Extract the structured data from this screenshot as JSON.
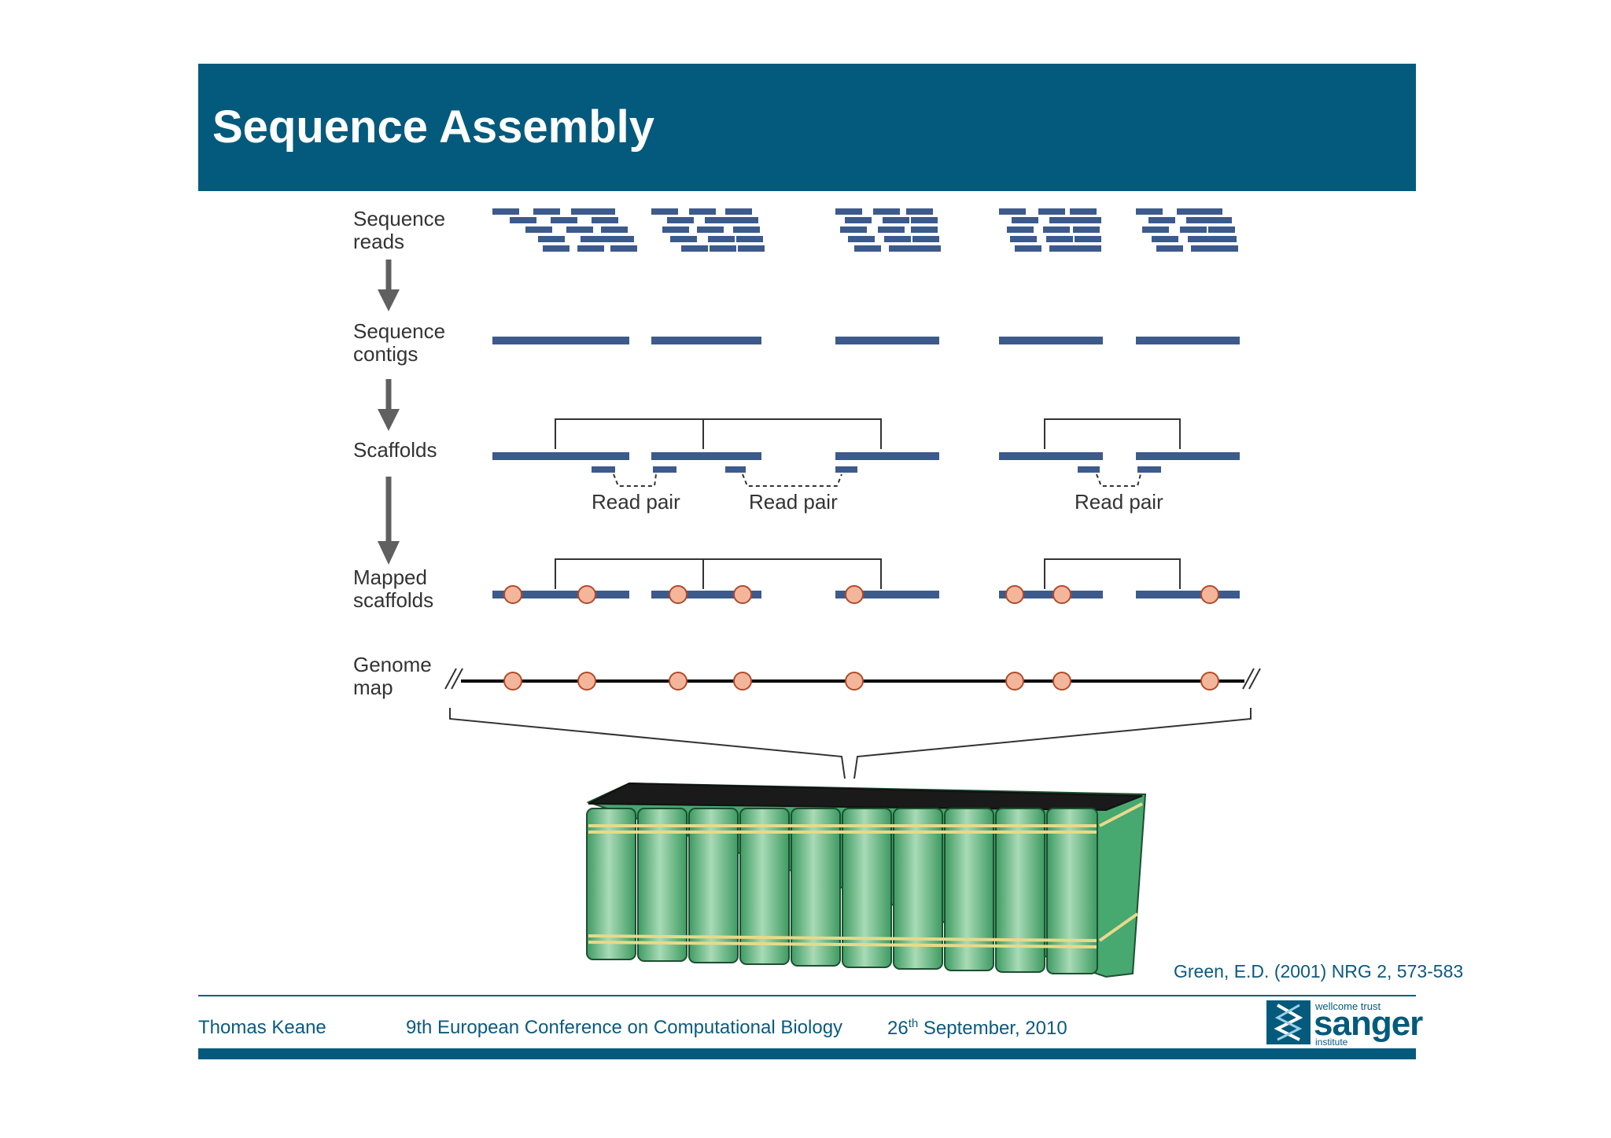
{
  "slide": {
    "title": "Sequence Assembly",
    "citation": "Green, E.D. (2001) NRG 2, 573-583"
  },
  "stages": {
    "reads": [
      "Sequence",
      "reads"
    ],
    "contigs": [
      "Sequence",
      "contigs"
    ],
    "scaffolds": [
      "Scaffolds"
    ],
    "mapped": [
      "Mapped",
      "scaffolds"
    ],
    "genome": [
      "Genome",
      "map"
    ]
  },
  "read_pair_labels": [
    "Read pair",
    "Read pair",
    "Read pair"
  ],
  "footer": {
    "author": "Thomas Keane",
    "conference": "9th European Conference on Computational Biology",
    "date_day": "26",
    "date_suffix": "th",
    "date_rest": " September, 2010"
  },
  "logo": {
    "top": "wellcome trust",
    "main": "sanger",
    "sub": "institute"
  },
  "colors": {
    "brand": "#045a7c",
    "read_blue": "#3d5a8c",
    "marker_fill": "#f4b69a",
    "marker_stroke": "#b04a2a",
    "book_green": "#5bb07a"
  },
  "icons": [
    "arrow-down-icon",
    "marker-dot-icon",
    "dna-logo-icon",
    "books-library-icon"
  ]
}
